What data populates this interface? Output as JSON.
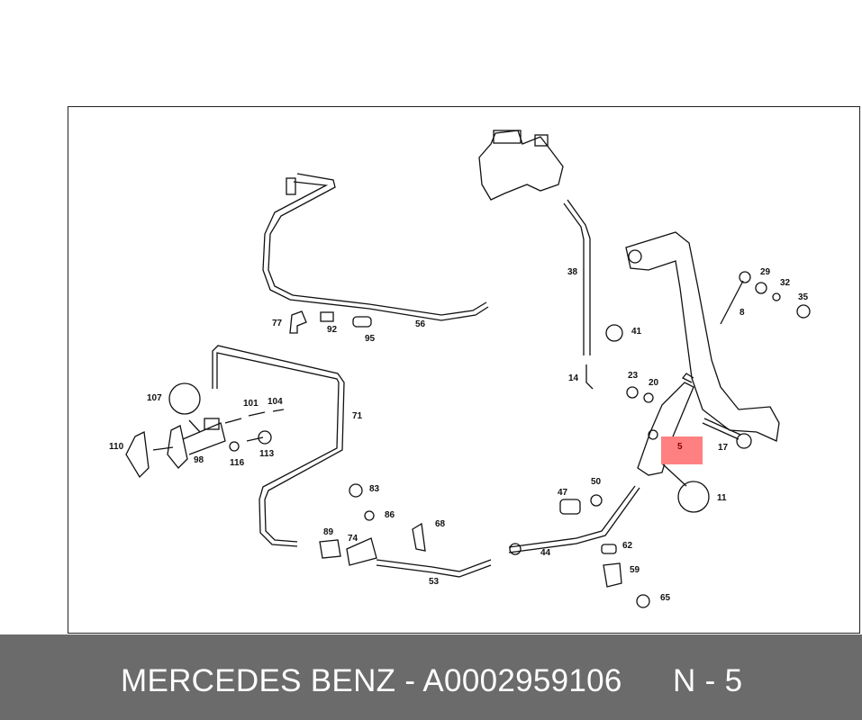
{
  "diagram": {
    "labels": [
      "38",
      "41",
      "14",
      "23",
      "20",
      "17",
      "11",
      "29",
      "32",
      "35",
      "8",
      "77",
      "92",
      "95",
      "56",
      "107",
      "101",
      "104",
      "71",
      "110",
      "98",
      "116",
      "113",
      "83",
      "86",
      "68",
      "89",
      "74",
      "53",
      "44",
      "47",
      "50",
      "62",
      "59",
      "65"
    ],
    "highlighted_label": "5",
    "highlight_color": "#ff8080"
  },
  "footer": {
    "part_text": "MERCEDES BENZ - A0002959106",
    "position_text": "N - 5",
    "background": "#6b6b6b"
  }
}
